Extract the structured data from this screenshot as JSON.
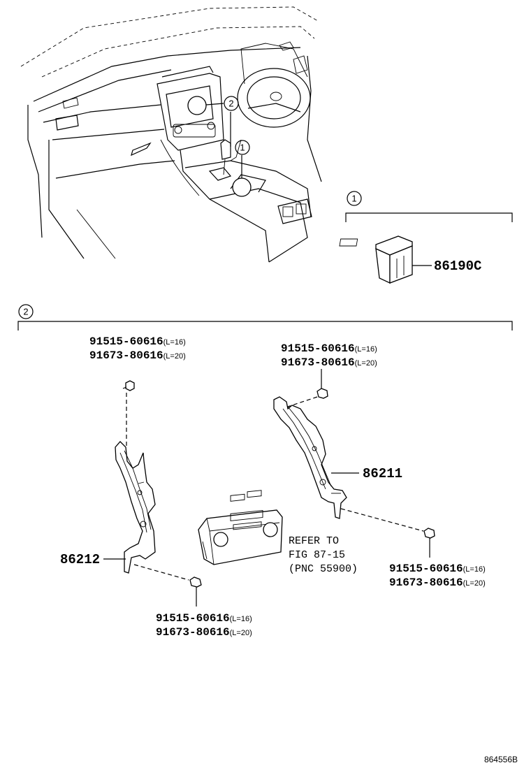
{
  "callouts": {
    "one": "1",
    "two": "2"
  },
  "section1": {
    "marker": "1",
    "switch_part": "86190C"
  },
  "section2": {
    "marker": "2",
    "bolt_top_left": {
      "line1_pn": "91515-60616",
      "line1_len": "(L=16)",
      "line2_pn": "91673-80616",
      "line2_len": "(L=20)"
    },
    "bolt_top_right": {
      "line1_pn": "91515-60616",
      "line1_len": "(L=16)",
      "line2_pn": "91673-80616",
      "line2_len": "(L=20)"
    },
    "bolt_bottom_right": {
      "line1_pn": "91515-60616",
      "line1_len": "(L=16)",
      "line2_pn": "91673-80616",
      "line2_len": "(L=20)"
    },
    "bolt_bottom_left": {
      "line1_pn": "91515-60616",
      "line1_len": "(L=16)",
      "line2_pn": "91673-80616",
      "line2_len": "(L=20)"
    },
    "bracket_right": "86211",
    "bracket_left": "86212",
    "refer": {
      "line1": "REFER TO",
      "line2": "FIG 87-15",
      "line3": "(PNC 55900)"
    }
  },
  "figure_id": "864556B"
}
